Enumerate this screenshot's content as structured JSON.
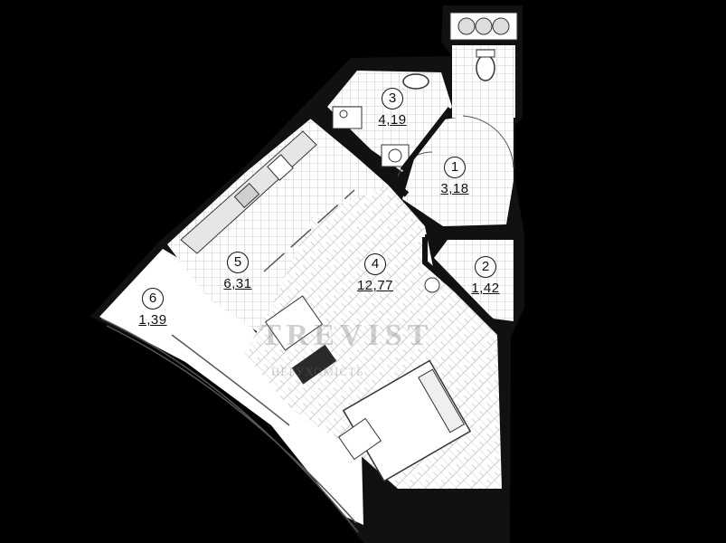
{
  "rooms": [
    {
      "id": "1",
      "number": "1",
      "area": "3,18"
    },
    {
      "id": "2",
      "number": "2",
      "area": "1,42"
    },
    {
      "id": "3",
      "number": "3",
      "area": "4,19"
    },
    {
      "id": "4",
      "number": "4",
      "area": "12,77"
    },
    {
      "id": "5",
      "number": "5",
      "area": "6,31"
    },
    {
      "id": "6",
      "number": "6",
      "area": "1,39"
    }
  ],
  "watermark": {
    "main": "TREVIST",
    "sub": "НЕРУХОМІСТЬ"
  },
  "colors": {
    "background": "#000000",
    "floor": "#ffffff",
    "wall": "#111111",
    "fixture": "#cfcfcf"
  }
}
